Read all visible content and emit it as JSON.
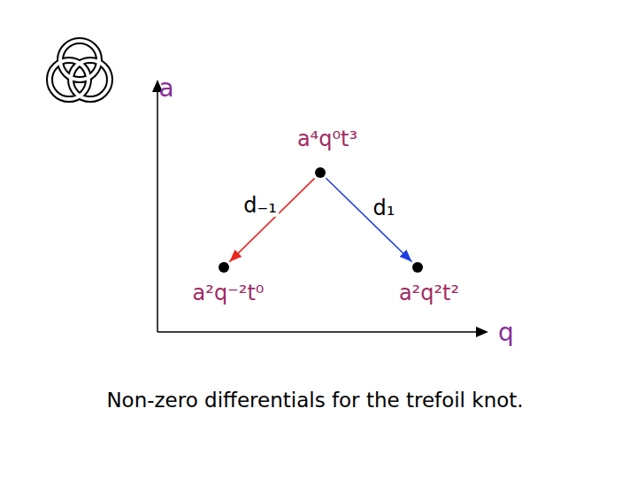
{
  "diagram": {
    "caption": "Non-zero differentials for the trefoil knot.",
    "nodes": [
      {
        "text": [
          "a⁴q⁰t³"
        ]
      },
      {
        "text": [
          "a²q⁻²t⁰"
        ]
      },
      {
        "text": [
          "a²q²t²"
        ]
      }
    ],
    "edges": [
      {
        "from": 0,
        "to": 1,
        "arrow": "to",
        "label": "d₋₁"
      },
      {
        "from": 0,
        "to": 2,
        "arrow": "to",
        "label": "d₁"
      }
    ],
    "labels": [
      "a",
      "q"
    ]
  }
}
